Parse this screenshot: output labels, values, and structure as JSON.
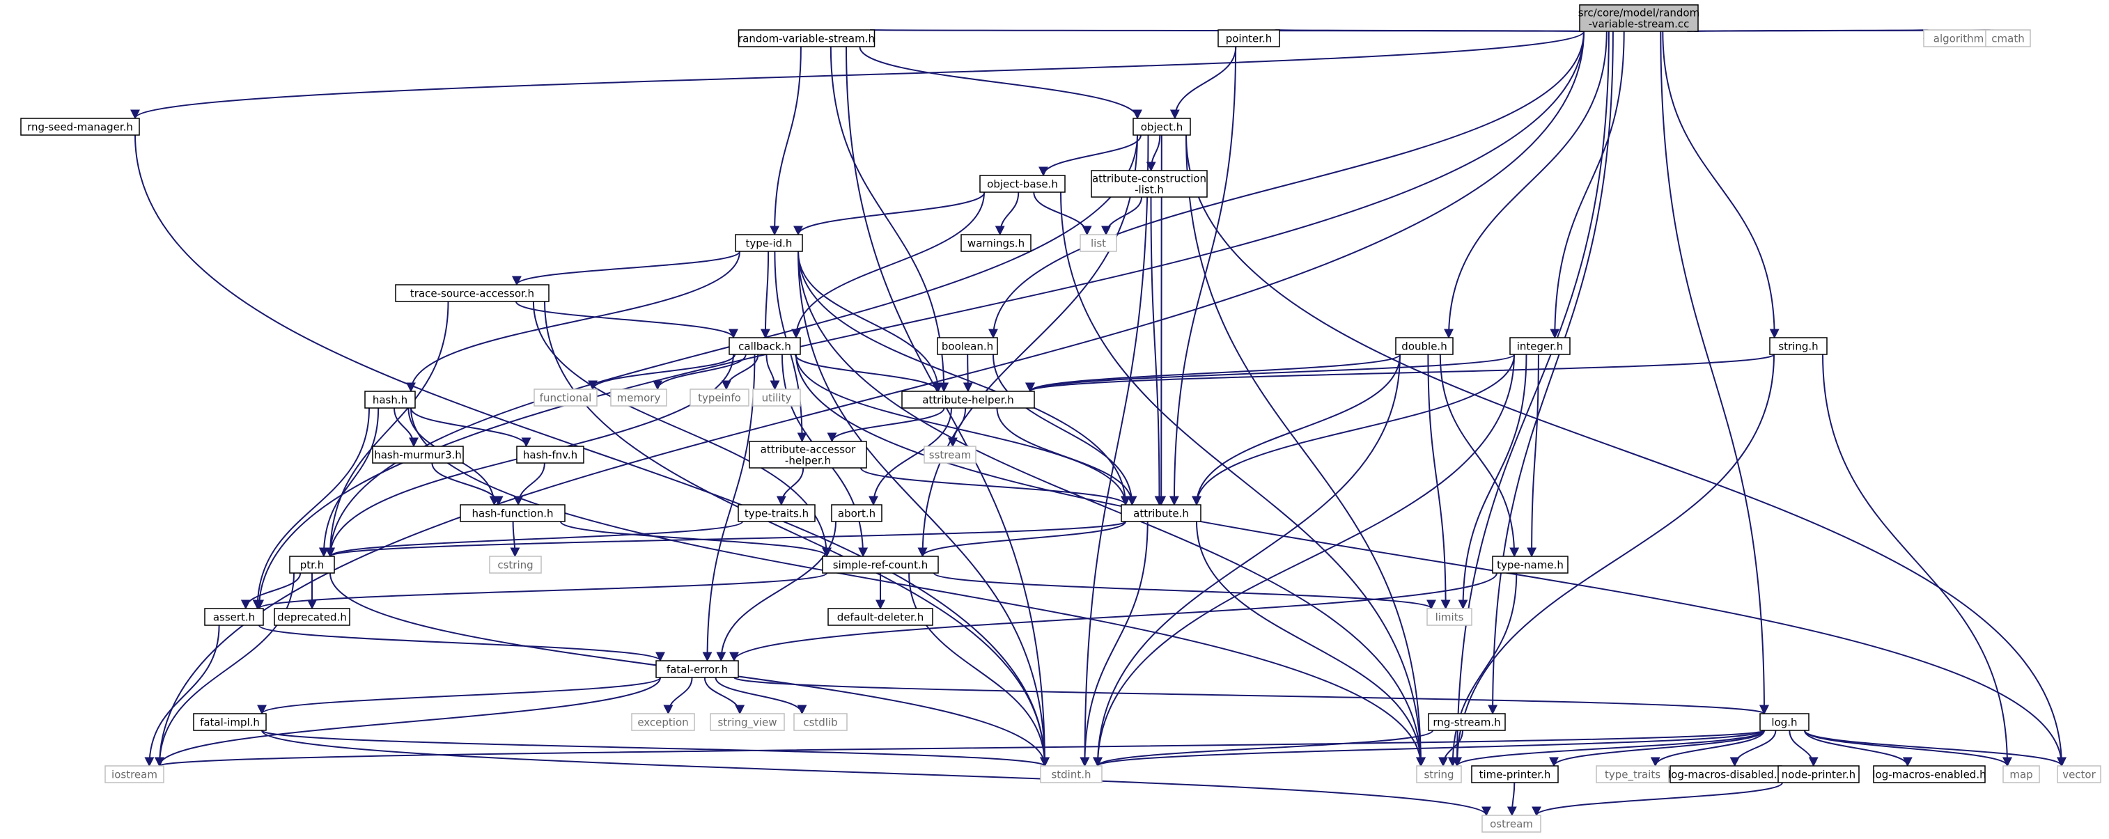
{
  "title": "",
  "root": "n_root",
  "nodes": [
    {
      "id": "n_root",
      "label": [
        "src/core/model/random",
        "-variable-stream.cc"
      ],
      "kind": "root"
    },
    {
      "id": "n_rvs_h",
      "label": [
        "random-variable-stream.h"
      ],
      "kind": "local"
    },
    {
      "id": "n_pointer",
      "label": [
        "pointer.h"
      ],
      "kind": "local"
    },
    {
      "id": "n_algorithm",
      "label": [
        "algorithm"
      ],
      "kind": "system"
    },
    {
      "id": "n_cmath",
      "label": [
        "cmath"
      ],
      "kind": "system"
    },
    {
      "id": "n_rng_seed",
      "label": [
        "rng-seed-manager.h"
      ],
      "kind": "local"
    },
    {
      "id": "n_object",
      "label": [
        "object.h"
      ],
      "kind": "local"
    },
    {
      "id": "n_object_base",
      "label": [
        "object-base.h"
      ],
      "kind": "local"
    },
    {
      "id": "n_attr_constr",
      "label": [
        "attribute-construction",
        "-list.h"
      ],
      "kind": "local"
    },
    {
      "id": "n_type_id",
      "label": [
        "type-id.h"
      ],
      "kind": "local"
    },
    {
      "id": "n_warnings",
      "label": [
        "warnings.h"
      ],
      "kind": "local"
    },
    {
      "id": "n_list",
      "label": [
        "list"
      ],
      "kind": "system"
    },
    {
      "id": "n_trace_src",
      "label": [
        "trace-source-accessor.h"
      ],
      "kind": "local"
    },
    {
      "id": "n_callback",
      "label": [
        "callback.h"
      ],
      "kind": "local"
    },
    {
      "id": "n_boolean",
      "label": [
        "boolean.h"
      ],
      "kind": "local"
    },
    {
      "id": "n_double",
      "label": [
        "double.h"
      ],
      "kind": "local"
    },
    {
      "id": "n_integer",
      "label": [
        "integer.h"
      ],
      "kind": "local"
    },
    {
      "id": "n_string_h",
      "label": [
        "string.h"
      ],
      "kind": "local"
    },
    {
      "id": "n_hash",
      "label": [
        "hash.h"
      ],
      "kind": "local"
    },
    {
      "id": "n_functional",
      "label": [
        "functional"
      ],
      "kind": "system"
    },
    {
      "id": "n_memory",
      "label": [
        "memory"
      ],
      "kind": "system"
    },
    {
      "id": "n_typeinfo",
      "label": [
        "typeinfo"
      ],
      "kind": "system"
    },
    {
      "id": "n_utility",
      "label": [
        "utility"
      ],
      "kind": "system"
    },
    {
      "id": "n_attr_helper",
      "label": [
        "attribute-helper.h"
      ],
      "kind": "local"
    },
    {
      "id": "n_hash_murmur",
      "label": [
        "hash-murmur3.h"
      ],
      "kind": "local"
    },
    {
      "id": "n_hash_fnv",
      "label": [
        "hash-fnv.h"
      ],
      "kind": "local"
    },
    {
      "id": "n_attr_acc",
      "label": [
        "attribute-accessor",
        "-helper.h"
      ],
      "kind": "local"
    },
    {
      "id": "n_sstream",
      "label": [
        "sstream"
      ],
      "kind": "system"
    },
    {
      "id": "n_hash_func",
      "label": [
        "hash-function.h"
      ],
      "kind": "local"
    },
    {
      "id": "n_type_traits_h",
      "label": [
        "type-traits.h"
      ],
      "kind": "local"
    },
    {
      "id": "n_abort",
      "label": [
        "abort.h"
      ],
      "kind": "local"
    },
    {
      "id": "n_attribute",
      "label": [
        "attribute.h"
      ],
      "kind": "local"
    },
    {
      "id": "n_cstring",
      "label": [
        "cstring"
      ],
      "kind": "system"
    },
    {
      "id": "n_ptr",
      "label": [
        "ptr.h"
      ],
      "kind": "local"
    },
    {
      "id": "n_simple_ref",
      "label": [
        "simple-ref-count.h"
      ],
      "kind": "local"
    },
    {
      "id": "n_type_name",
      "label": [
        "type-name.h"
      ],
      "kind": "local"
    },
    {
      "id": "n_assert",
      "label": [
        "assert.h"
      ],
      "kind": "local"
    },
    {
      "id": "n_deprecated",
      "label": [
        "deprecated.h"
      ],
      "kind": "local"
    },
    {
      "id": "n_default_del",
      "label": [
        "default-deleter.h"
      ],
      "kind": "local"
    },
    {
      "id": "n_limits",
      "label": [
        "limits"
      ],
      "kind": "system"
    },
    {
      "id": "n_fatal_error",
      "label": [
        "fatal-error.h"
      ],
      "kind": "local"
    },
    {
      "id": "n_fatal_impl",
      "label": [
        "fatal-impl.h"
      ],
      "kind": "local"
    },
    {
      "id": "n_exception",
      "label": [
        "exception"
      ],
      "kind": "system"
    },
    {
      "id": "n_string_view",
      "label": [
        "string_view"
      ],
      "kind": "system"
    },
    {
      "id": "n_cstdlib",
      "label": [
        "cstdlib"
      ],
      "kind": "system"
    },
    {
      "id": "n_rng_stream",
      "label": [
        "rng-stream.h"
      ],
      "kind": "local"
    },
    {
      "id": "n_log",
      "label": [
        "log.h"
      ],
      "kind": "local"
    },
    {
      "id": "n_iostream",
      "label": [
        "iostream"
      ],
      "kind": "system"
    },
    {
      "id": "n_stdint",
      "label": [
        "stdint.h"
      ],
      "kind": "system"
    },
    {
      "id": "n_string",
      "label": [
        "string"
      ],
      "kind": "system"
    },
    {
      "id": "n_time_printer",
      "label": [
        "time-printer.h"
      ],
      "kind": "local"
    },
    {
      "id": "n_type_traits",
      "label": [
        "type_traits"
      ],
      "kind": "system"
    },
    {
      "id": "n_log_dis",
      "label": [
        "log-macros-disabled.h"
      ],
      "kind": "local"
    },
    {
      "id": "n_node_printer",
      "label": [
        "node-printer.h"
      ],
      "kind": "local"
    },
    {
      "id": "n_log_en",
      "label": [
        "log-macros-enabled.h"
      ],
      "kind": "local"
    },
    {
      "id": "n_map",
      "label": [
        "map"
      ],
      "kind": "system"
    },
    {
      "id": "n_vector",
      "label": [
        "vector"
      ],
      "kind": "system"
    },
    {
      "id": "n_ostream",
      "label": [
        "ostream"
      ],
      "kind": "system"
    }
  ],
  "edges": [
    [
      "n_root",
      "n_rvs_h"
    ],
    [
      "n_root",
      "n_pointer"
    ],
    [
      "n_root",
      "n_algorithm"
    ],
    [
      "n_root",
      "n_cmath"
    ],
    [
      "n_root",
      "n_rng_seed"
    ],
    [
      "n_root",
      "n_iostream"
    ],
    [
      "n_root",
      "n_assert"
    ],
    [
      "n_root",
      "n_boolean"
    ],
    [
      "n_root",
      "n_double"
    ],
    [
      "n_root",
      "n_integer"
    ],
    [
      "n_root",
      "n_string_h"
    ],
    [
      "n_root",
      "n_rng_stream"
    ],
    [
      "n_root",
      "n_log"
    ],
    [
      "n_root",
      "n_string"
    ],
    [
      "n_rvs_h",
      "n_object"
    ],
    [
      "n_rvs_h",
      "n_type_id"
    ],
    [
      "n_rvs_h",
      "n_attr_helper"
    ],
    [
      "n_rvs_h",
      "n_stdint"
    ],
    [
      "n_pointer",
      "n_object"
    ],
    [
      "n_pointer",
      "n_attribute"
    ],
    [
      "n_rng_seed",
      "n_stdint"
    ],
    [
      "n_object",
      "n_object_base"
    ],
    [
      "n_object",
      "n_attr_constr"
    ],
    [
      "n_object",
      "n_ptr"
    ],
    [
      "n_object",
      "n_simple_ref"
    ],
    [
      "n_object",
      "n_attribute"
    ],
    [
      "n_object",
      "n_stdint"
    ],
    [
      "n_object",
      "n_string"
    ],
    [
      "n_object",
      "n_vector"
    ],
    [
      "n_object_base",
      "n_type_id"
    ],
    [
      "n_object_base",
      "n_warnings"
    ],
    [
      "n_object_base",
      "n_list"
    ],
    [
      "n_object_base",
      "n_callback"
    ],
    [
      "n_object_base",
      "n_string"
    ],
    [
      "n_attr_constr",
      "n_list"
    ],
    [
      "n_attr_constr",
      "n_attribute"
    ],
    [
      "n_type_id",
      "n_trace_src"
    ],
    [
      "n_type_id",
      "n_callback"
    ],
    [
      "n_type_id",
      "n_hash"
    ],
    [
      "n_type_id",
      "n_attr_helper"
    ],
    [
      "n_type_id",
      "n_attribute"
    ],
    [
      "n_type_id",
      "n_attr_acc"
    ],
    [
      "n_type_id",
      "n_stdint"
    ],
    [
      "n_type_id",
      "n_string"
    ],
    [
      "n_trace_src",
      "n_callback"
    ],
    [
      "n_trace_src",
      "n_ptr"
    ],
    [
      "n_trace_src",
      "n_simple_ref"
    ],
    [
      "n_trace_src",
      "n_stdint"
    ],
    [
      "n_callback",
      "n_functional"
    ],
    [
      "n_callback",
      "n_memory"
    ],
    [
      "n_callback",
      "n_typeinfo"
    ],
    [
      "n_callback",
      "n_utility"
    ],
    [
      "n_callback",
      "n_attr_helper"
    ],
    [
      "n_callback",
      "n_attribute"
    ],
    [
      "n_callback",
      "n_ptr"
    ],
    [
      "n_callback",
      "n_simple_ref"
    ],
    [
      "n_callback",
      "n_fatal_error"
    ],
    [
      "n_callback",
      "n_vector"
    ],
    [
      "n_boolean",
      "n_attr_helper"
    ],
    [
      "n_boolean",
      "n_attribute"
    ],
    [
      "n_double",
      "n_attr_helper"
    ],
    [
      "n_double",
      "n_attribute"
    ],
    [
      "n_double",
      "n_limits"
    ],
    [
      "n_double",
      "n_type_name"
    ],
    [
      "n_double",
      "n_stdint"
    ],
    [
      "n_integer",
      "n_attr_helper"
    ],
    [
      "n_integer",
      "n_attribute"
    ],
    [
      "n_integer",
      "n_limits"
    ],
    [
      "n_integer",
      "n_type_name"
    ],
    [
      "n_integer",
      "n_stdint"
    ],
    [
      "n_string_h",
      "n_attr_helper"
    ],
    [
      "n_string_h",
      "n_string"
    ],
    [
      "n_string_h",
      "n_map"
    ],
    [
      "n_hash",
      "n_hash_murmur"
    ],
    [
      "n_hash",
      "n_hash_fnv"
    ],
    [
      "n_hash",
      "n_hash_func"
    ],
    [
      "n_hash",
      "n_ptr"
    ],
    [
      "n_hash",
      "n_assert"
    ],
    [
      "n_hash",
      "n_string"
    ],
    [
      "n_hash_murmur",
      "n_hash_func"
    ],
    [
      "n_hash_fnv",
      "n_hash_func"
    ],
    [
      "n_hash_func",
      "n_cstring"
    ],
    [
      "n_hash_func",
      "n_simple_ref"
    ],
    [
      "n_attr_helper",
      "n_attr_acc"
    ],
    [
      "n_attr_helper",
      "n_sstream"
    ],
    [
      "n_attr_helper",
      "n_abort"
    ],
    [
      "n_attr_helper",
      "n_attribute"
    ],
    [
      "n_attr_acc",
      "n_type_traits_h"
    ],
    [
      "n_attr_acc",
      "n_attribute"
    ],
    [
      "n_type_traits_h",
      "n_ptr"
    ],
    [
      "n_abort",
      "n_fatal_error"
    ],
    [
      "n_attribute",
      "n_ptr"
    ],
    [
      "n_attribute",
      "n_simple_ref"
    ],
    [
      "n_attribute",
      "n_string"
    ],
    [
      "n_attribute",
      "n_stdint"
    ],
    [
      "n_ptr",
      "n_assert"
    ],
    [
      "n_ptr",
      "n_deprecated"
    ],
    [
      "n_ptr",
      "n_iostream"
    ],
    [
      "n_ptr",
      "n_stdint"
    ],
    [
      "n_simple_ref",
      "n_assert"
    ],
    [
      "n_simple_ref",
      "n_default_del"
    ],
    [
      "n_simple_ref",
      "n_limits"
    ],
    [
      "n_simple_ref",
      "n_stdint"
    ],
    [
      "n_type_name",
      "n_fatal_error"
    ],
    [
      "n_type_name",
      "n_string"
    ],
    [
      "n_assert",
      "n_fatal_error"
    ],
    [
      "n_assert",
      "n_iostream"
    ],
    [
      "n_fatal_error",
      "n_fatal_impl"
    ],
    [
      "n_fatal_error",
      "n_exception"
    ],
    [
      "n_fatal_error",
      "n_string_view"
    ],
    [
      "n_fatal_error",
      "n_cstdlib"
    ],
    [
      "n_fatal_error",
      "n_log"
    ],
    [
      "n_fatal_error",
      "n_iostream"
    ],
    [
      "n_fatal_impl",
      "n_ostream"
    ],
    [
      "n_fatal_impl",
      "n_stdint"
    ],
    [
      "n_rng_stream",
      "n_stdint"
    ],
    [
      "n_rng_stream",
      "n_string"
    ],
    [
      "n_log",
      "n_iostream"
    ],
    [
      "n_log",
      "n_stdint"
    ],
    [
      "n_log",
      "n_string"
    ],
    [
      "n_log",
      "n_time_printer"
    ],
    [
      "n_log",
      "n_type_traits"
    ],
    [
      "n_log",
      "n_log_dis"
    ],
    [
      "n_log",
      "n_node_printer"
    ],
    [
      "n_log",
      "n_log_en"
    ],
    [
      "n_log",
      "n_map"
    ],
    [
      "n_log",
      "n_vector"
    ],
    [
      "n_time_printer",
      "n_ostream"
    ],
    [
      "n_node_printer",
      "n_ostream"
    ]
  ],
  "colors": {
    "edge": "#191970",
    "local_border": "#000000",
    "system_border": "#bfbfbf",
    "system_text": "#6b6b6b",
    "root_fill": "#bfbfbf"
  }
}
